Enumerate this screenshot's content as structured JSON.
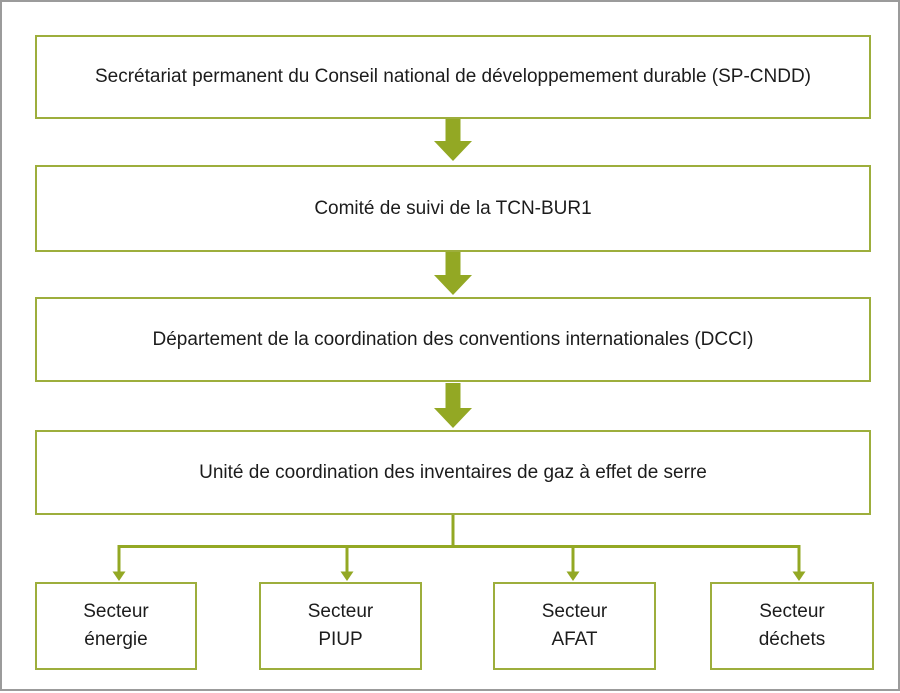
{
  "diagram": {
    "levels": [
      {
        "label": "Secrétariat permanent du Conseil national de développemement durable (SP-CNDD)"
      },
      {
        "label": "Comité de suivi de la TCN-BUR1"
      },
      {
        "label": "Département de la coordination des conventions internationales (DCCI)"
      },
      {
        "label": "Unité de coordination des inventaires de gaz à effet de serre"
      }
    ],
    "sectors": [
      {
        "label": "Secteur\nénergie"
      },
      {
        "label": "Secteur\nPIUP"
      },
      {
        "label": "Secteur\nAFAT"
      },
      {
        "label": "Secteur\ndéchets"
      }
    ],
    "flow": {
      "chain": [
        "SP-CNDD",
        "Comité de suivi de la TCN-BUR1",
        "DCCI",
        "Unité de coordination des inventaires de gaz à effet de serre"
      ],
      "fan_out_from": "Unité de coordination des inventaires de gaz à effet de serre",
      "fan_out_to": [
        "Secteur énergie",
        "Secteur PIUP",
        "Secteur AFAT",
        "Secteur déchets"
      ]
    },
    "icons": {
      "block_down_arrow": "thick green downward block arrow",
      "arrowhead": "small green downward arrowhead"
    }
  },
  "colors": {
    "green": "#93a824",
    "border_green": "#9dae3c",
    "frame_gray": "#9b9b9b",
    "text": "#1c1c1c",
    "background": "#ffffff"
  }
}
